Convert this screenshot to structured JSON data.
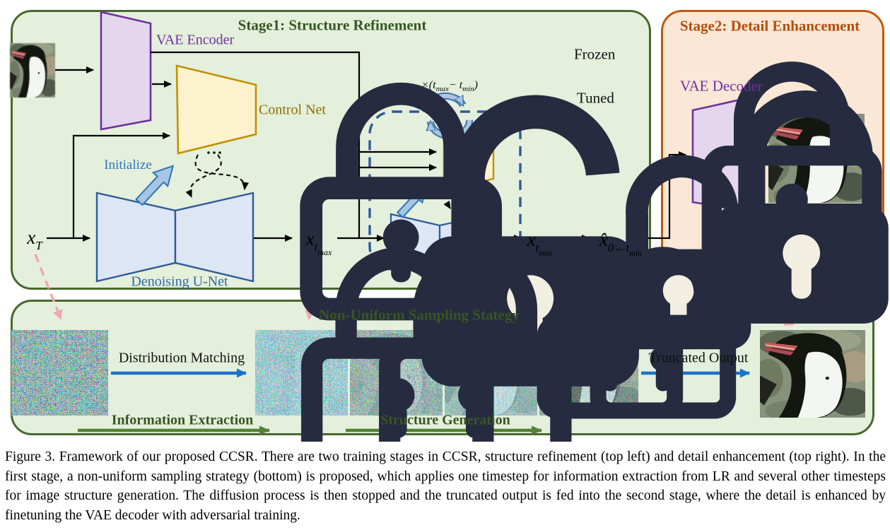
{
  "stage1": {
    "title": "Stage1: Structure Refinement",
    "vae_encoder_label": "VAE Encoder",
    "control_net_label": "Control Net",
    "unet_label": "Denoising U-Net",
    "initialize_label": "Initialize",
    "loop_count": {
      "p1": "×(t",
      "s1": "max",
      "p2": " − t",
      "s2": "min",
      "p3": ")"
    },
    "legend": {
      "frozen": "Frozen",
      "tuned": "Tuned"
    },
    "math": {
      "x_T": {
        "base": "x",
        "sub": "T"
      },
      "x_tmax": {
        "base": "x",
        "sub": "t",
        "subsub": "max"
      },
      "x_tmin": {
        "base": "x",
        "sub": "t",
        "subsub": "min"
      },
      "x_hat": {
        "base": "x̂",
        "sub": "0←t",
        "subsub": "min"
      }
    }
  },
  "stage2": {
    "title": "Stage2: Detail Enhancement",
    "vae_decoder_label": "VAE Decoder"
  },
  "bottom": {
    "title": "Non-Uniform Sampling Stategy",
    "distribution_matching": "Distribution Matching",
    "truncated_output": "Truncated Output",
    "information_extraction": "Information Extraction",
    "structure_generation": "Structure Generation"
  },
  "caption": "Figure 3. Framework of our proposed CCSR. There are two training stages in CCSR, structure refinement (top left) and detail enhancement (top right). In the first stage, a non-uniform sampling strategy (bottom) is proposed, which applies one timestep for information extraction from LR and several other timesteps for image structure generation. The diffusion process is then stopped and the truncated output is fed into the second stage, where the detail is enhanced by finetuning the VAE decoder with adversarial training.",
  "colors": {
    "stage_green_fill": "#E4EFDC",
    "stage_green_border": "#48682D",
    "stage_orange_fill": "#FBE7D6",
    "stage_orange_border": "#C2590B",
    "title_green": "#375623",
    "title_orange": "#B54D0B",
    "vae_purple": "#7030A0",
    "vae_purple_fill": "#E4D7ED",
    "controlnet_yellow_fill": "#FDF2CE",
    "controlnet_yellow_border": "#C09100",
    "unet_blue_fill": "#DCE6F4",
    "unet_blue_border": "#2E5B97",
    "lock_dark": "#262B40",
    "arrow_blue": "#1A73C8",
    "arrow_green": "#548235",
    "pink_dashed": "#F3A6B2",
    "initialize_arrow_fill": "#A7C6E4",
    "dashed_loop_box": "#30599B"
  }
}
